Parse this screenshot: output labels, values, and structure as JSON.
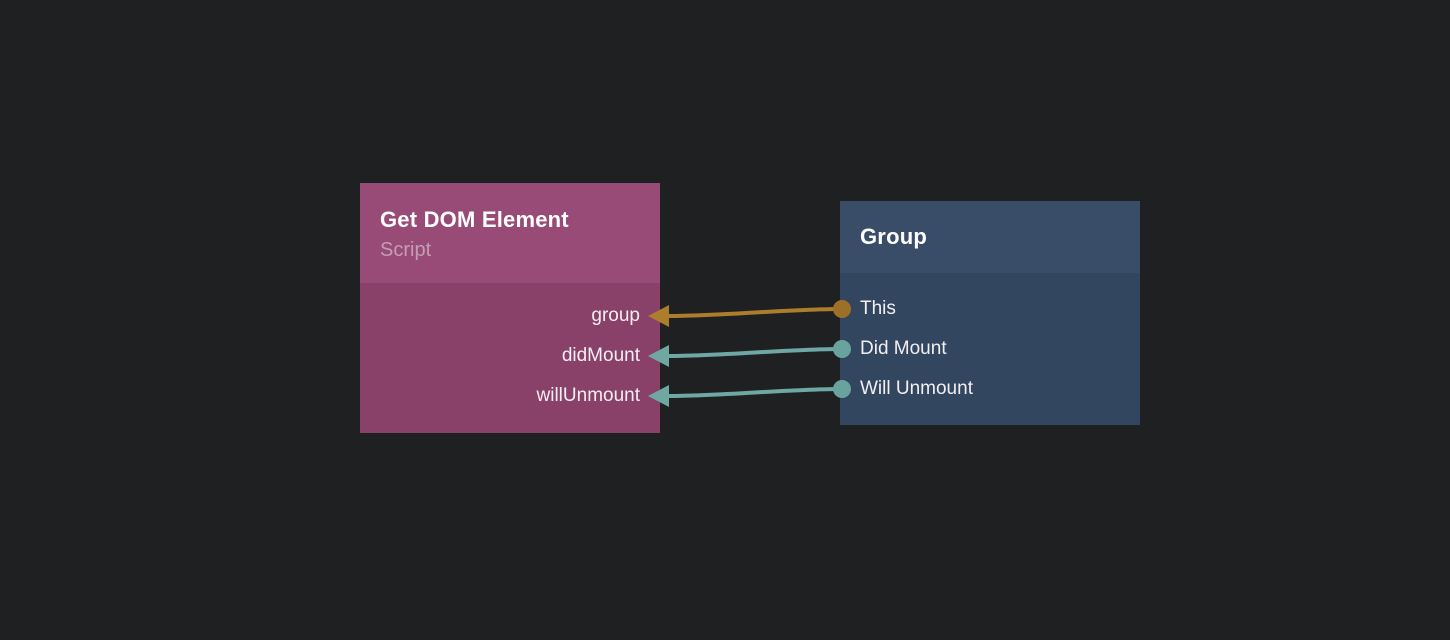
{
  "canvas": {
    "background": "#1f2021"
  },
  "nodes": [
    {
      "title": "Get DOM Element",
      "subtitle": "Script",
      "colors": {
        "header": "#974b76",
        "body": "#8a4169"
      },
      "inputs": [
        {
          "label": "group"
        },
        {
          "label": "didMount"
        },
        {
          "label": "willUnmount"
        }
      ]
    },
    {
      "title": "Group",
      "subtitle": "",
      "colors": {
        "header": "#3a4d68",
        "body": "#32465f"
      },
      "outputs": [
        {
          "label": "This",
          "port_color": "#9c7026"
        },
        {
          "label": "Did Mount",
          "port_color": "#68a39e"
        },
        {
          "label": "Will Unmount",
          "port_color": "#68a39e"
        }
      ]
    }
  ],
  "connections": [
    {
      "from": "Group.This",
      "to": "Get DOM Element.group",
      "color": "#ad7d2e"
    },
    {
      "from": "Group.Did Mount",
      "to": "Get DOM Element.didMount",
      "color": "#6fa7a3"
    },
    {
      "from": "Group.Will Unmount",
      "to": "Get DOM Element.willUnmount",
      "color": "#6fa7a3"
    }
  ]
}
